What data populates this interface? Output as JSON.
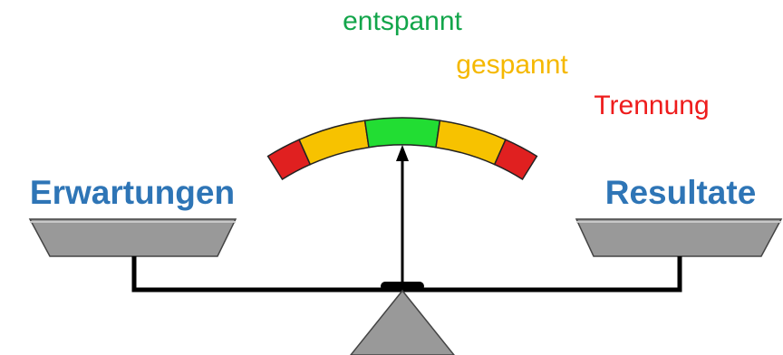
{
  "labels": {
    "relaxed": "entspannt",
    "tense": "gespannt",
    "separation": "Trennung",
    "expectations": "Erwartungen",
    "results": "Resultate"
  },
  "colors": {
    "relaxed": "#12a54a",
    "tense": "#f5b800",
    "separation": "#ee1c1c",
    "side_labels": "#2e75b6",
    "gauge_green": "#22dd33",
    "gauge_yellow": "#f7c200",
    "gauge_red": "#e02020",
    "pan_fill": "#999999",
    "line": "#000000"
  },
  "gauge": {
    "needle_level": 0.5
  }
}
